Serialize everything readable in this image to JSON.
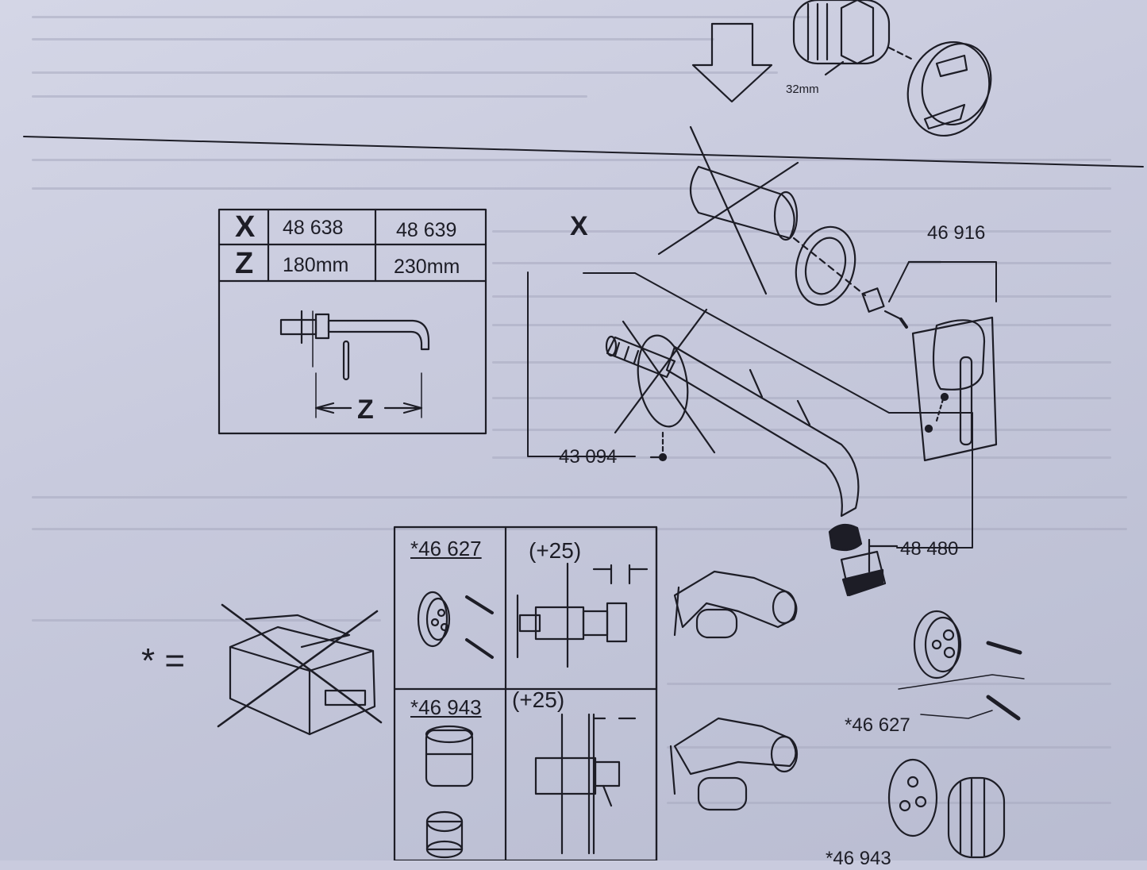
{
  "top_label": "32mm",
  "spec_table": {
    "x_symbol": "X",
    "z_symbol": "Z",
    "x_values": [
      "48 638",
      "48 639"
    ],
    "z_values": [
      "180mm",
      "230mm"
    ],
    "diagram_dimension": "Z"
  },
  "exploded_view": {
    "x_marker": "X",
    "part_46916": "46 916",
    "part_43094": "43 094",
    "part_48480": "48 480",
    "part_46627": "*46 627"
  },
  "accessory_table": {
    "asterisk_equals": "*  =",
    "row1": {
      "part": "*46 627",
      "offset": "(+25)"
    },
    "row2": {
      "part": "*46 943",
      "offset": "(+25)"
    }
  },
  "bottom_cut_label": "*46 943"
}
